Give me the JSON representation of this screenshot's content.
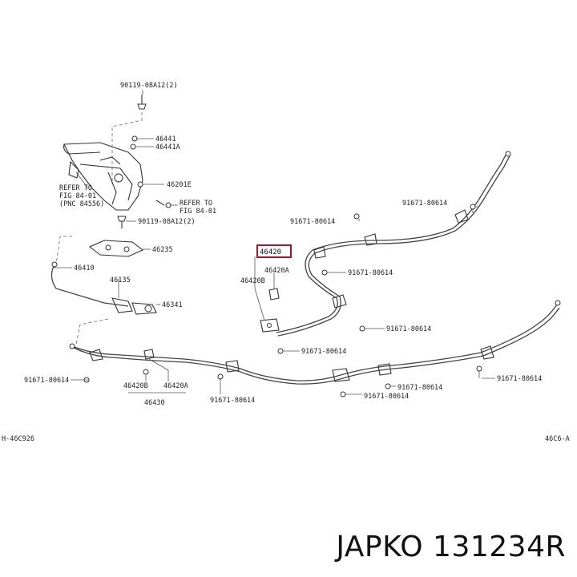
{
  "labels": {
    "p90119_08a12_top": "90119-08A12(2)",
    "p46441": "46441",
    "p46441a": "46441A",
    "refer_to_left_1": "REFER TO",
    "refer_to_left_2": "FIG 84-01",
    "refer_to_left_3": "(PNC 84556)",
    "p46201e": "46201E",
    "refer_to_right_1": "REFER TO",
    "refer_to_right_2": "FIG 84-01",
    "p90119_08a12_mid": "90119-08A12(2)",
    "p46235": "46235",
    "p46410": "46410",
    "p46135": "46135",
    "p46341": "46341",
    "p46420": "46420",
    "p46420a_right": "46420A",
    "p46420b_right": "46420B",
    "p91671_80614_a": "91671-80614",
    "p91671_80614_b": "91671-80614",
    "p91671_80614_c": "91671-80614",
    "p91671_80614_d": "91671-80614",
    "p91671_80614_e": "91671-80614",
    "p91671_80614_f": "91671-80614",
    "p91671_80614_g": "91671-80614",
    "p91671_80614_h": "91671-80614",
    "p91671_80614_i": "91671-80614",
    "p91671_80614_j": "91671-80614",
    "p46420b_left": "46420B",
    "p46420a_left": "46420A",
    "p46430": "46430",
    "code_left": "H-46C926",
    "code_right": "46C6-A"
  },
  "caption": "JAPKO 131234R",
  "colors": {
    "highlight": "#a0182d"
  }
}
